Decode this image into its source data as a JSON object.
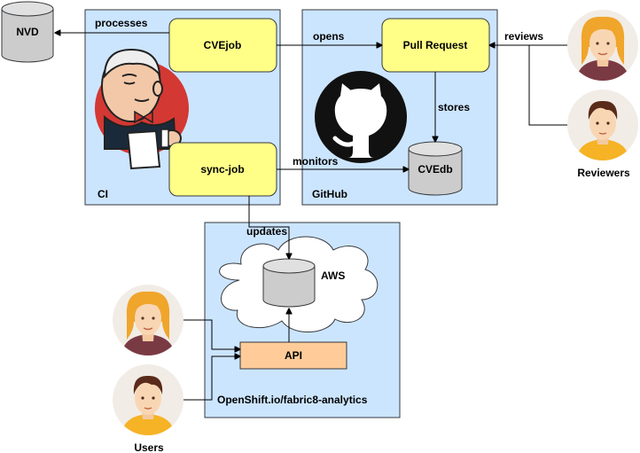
{
  "regions": {
    "ci": "CI",
    "github": "GitHub",
    "openshift": "OpenShift.io/fabric8-analytics"
  },
  "nodes": {
    "cvejob": "CVEjob",
    "sync_job": "sync-job",
    "pull_request": "Pull Request",
    "api": "API"
  },
  "stores": {
    "nvd": "NVD",
    "cvedb": "CVEdb",
    "aws": "AWS"
  },
  "edges": {
    "processes": "processes",
    "opens": "opens",
    "reviews": "reviews",
    "stores": "stores",
    "monitors": "monitors",
    "updates": "updates"
  },
  "actors": {
    "reviewers": "Reviewers",
    "users": "Users"
  },
  "icons": [
    "jenkins-logo-icon",
    "github-octocat-icon",
    "cloud-icon",
    "database-icon",
    "person-avatar-icon"
  ],
  "colors": {
    "region_fill": "#cce5ff",
    "job_fill": "#ffff88",
    "api_fill": "#ffcc99",
    "db_fill": "#cccccc",
    "jenkins_red": "#d33833",
    "avatar_bg": "#f1ece6",
    "female_hair": "#f0a52b",
    "male_hair": "#5a2a1a",
    "shirt_female": "#7a3a44",
    "shirt_male": "#f5b325"
  }
}
